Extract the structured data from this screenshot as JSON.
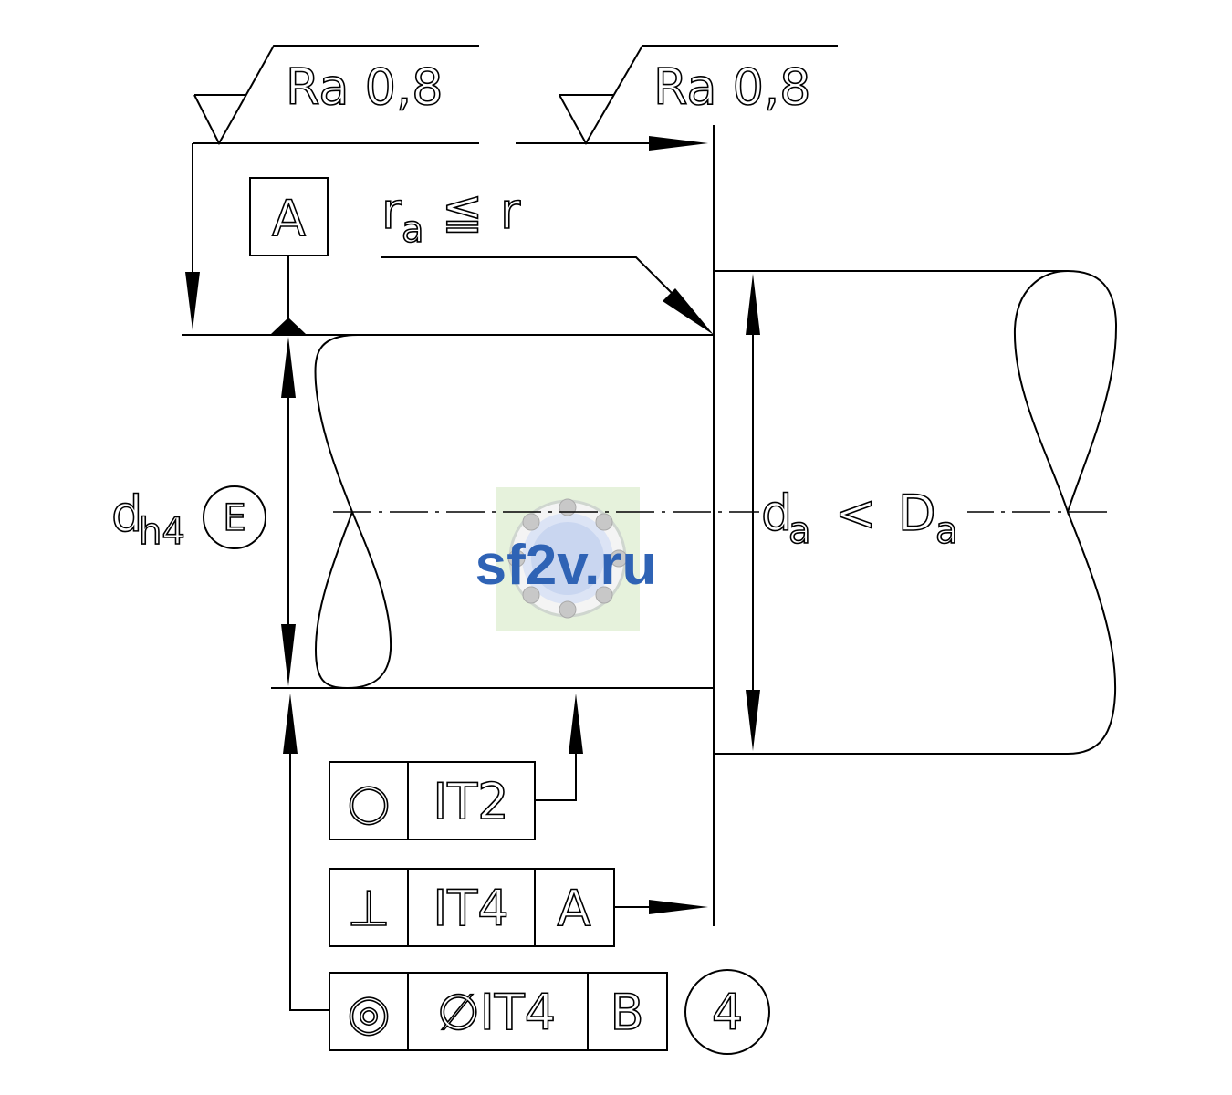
{
  "surface_finish": [
    {
      "label": "Ra 0,8"
    },
    {
      "label": "Ra 0,8"
    }
  ],
  "datum_a": {
    "label": "A"
  },
  "fillet": {
    "r_main": "r",
    "r_sub": "a",
    "relation": "≦",
    "r_rhs": "r"
  },
  "shaft_dim": {
    "main": "d",
    "sub": "h4",
    "envelope": "E"
  },
  "housing_dim": {
    "main": "d",
    "sub": "a",
    "relation": "<",
    "rhs_main": "D",
    "rhs_sub": "a"
  },
  "frames": {
    "roundness": {
      "symbol": "○",
      "tolerance": "IT2"
    },
    "perpendicularity": {
      "symbol": "⊥",
      "tolerance": "IT4",
      "datum": "A"
    },
    "coaxiality": {
      "symbol": "◎",
      "tolerance": "∅IT4",
      "datum": "B",
      "note_number": "4"
    }
  },
  "watermark": {
    "text": "sf2v.ru",
    "accent_color": "#2f63b5",
    "bg_color": "#e6f2dc"
  }
}
